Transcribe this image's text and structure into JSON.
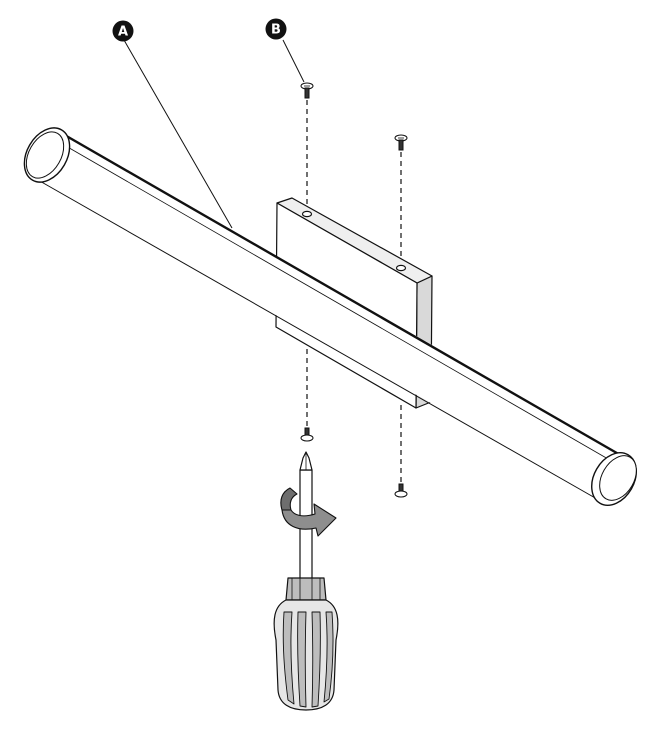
{
  "diagram": {
    "callouts": [
      {
        "id": "A",
        "label": "A",
        "part": "light-bar"
      },
      {
        "id": "B",
        "label": "B",
        "part": "mounting-screws"
      }
    ],
    "colors": {
      "stroke": "#111111",
      "paper": "#ffffff",
      "callout_fill": "#111111",
      "arrow_fill": "#8e8e8e",
      "arrow_shade": "#6e6e6e",
      "handle_fill": "#e6e6e6",
      "grip_fill": "#bdbdbd",
      "plate_side": "#d9d9d9"
    },
    "icons": [
      "rotation-arrow-icon",
      "screwdriver-icon",
      "screw-icon"
    ]
  }
}
